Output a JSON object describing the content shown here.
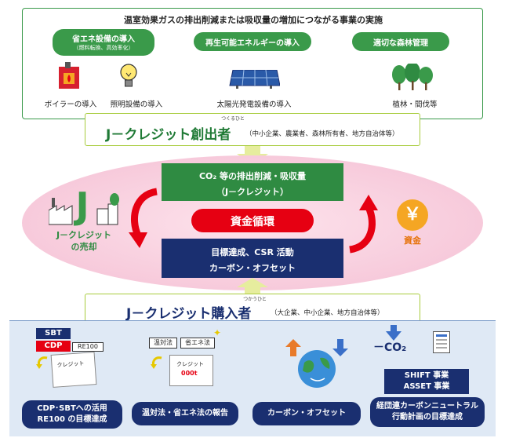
{
  "top": {
    "title": "温室効果ガスの排出削減または吸収量の増加につながる事業の実施",
    "categories": [
      {
        "line1": "省エネ設備の導入",
        "line2": "（燃料転換、高効率化）"
      },
      {
        "line1": "再生可能エネルギーの導入",
        "line2": ""
      },
      {
        "line1": "適切な森林管理",
        "line2": ""
      }
    ],
    "items": [
      "ボイラーの導入",
      "照明設備の導入",
      "太陽光発電設備の導入",
      "植林・間伐等"
    ]
  },
  "creator": {
    "title": "J－クレジット創出者",
    "ruby": "つくるひと",
    "sub": "（中小企業、農業者、森林所有者、地方自治体等）"
  },
  "cycle": {
    "box_top_line1": "CO₂ 等の排出削減・吸収量",
    "box_top_line2": "（J－クレジット）",
    "center": "資金循環",
    "box_bottom_line1": "目標達成、CSR 活動",
    "box_bottom_line2": "カーボン・オフセット",
    "left_label_line1": "J－クレジット",
    "left_label_line2": "の売却",
    "right_symbol": "￥",
    "right_label": "資金",
    "j_mark": "J"
  },
  "buyer": {
    "title": "J－クレジット購入者",
    "ruby": "つかうひと",
    "sub": "（大企業、中小企業、地方自治体等）"
  },
  "bottom": {
    "badges": [
      "SBT",
      "CDP",
      "RE100"
    ],
    "doc_text": "クレジット",
    "law_badges": [
      "温対法",
      "省エネ法"
    ],
    "doc2_line1": "クレジット",
    "doc2_line2": "000t",
    "co2_text": "－CO₂",
    "shift_line1": "SHIFT 事業",
    "shift_line2": "ASSET 事業",
    "pills": [
      {
        "line1": "CDP･SBTへの活用",
        "line2": "RE100 の目標達成"
      },
      {
        "line1": "温対法・省エネ法の報告",
        "line2": ""
      },
      {
        "line1": "カーボン・オフセット",
        "line2": ""
      },
      {
        "line1": "経団連カーボンニュートラル",
        "line2": "行動計画の目標達成"
      }
    ]
  },
  "colors": {
    "green": "#2f8b42",
    "navy": "#1a2f70",
    "red": "#e60012",
    "lime": "#a8cc3c",
    "pink": "#f7cadb",
    "orange": "#f5a623"
  }
}
